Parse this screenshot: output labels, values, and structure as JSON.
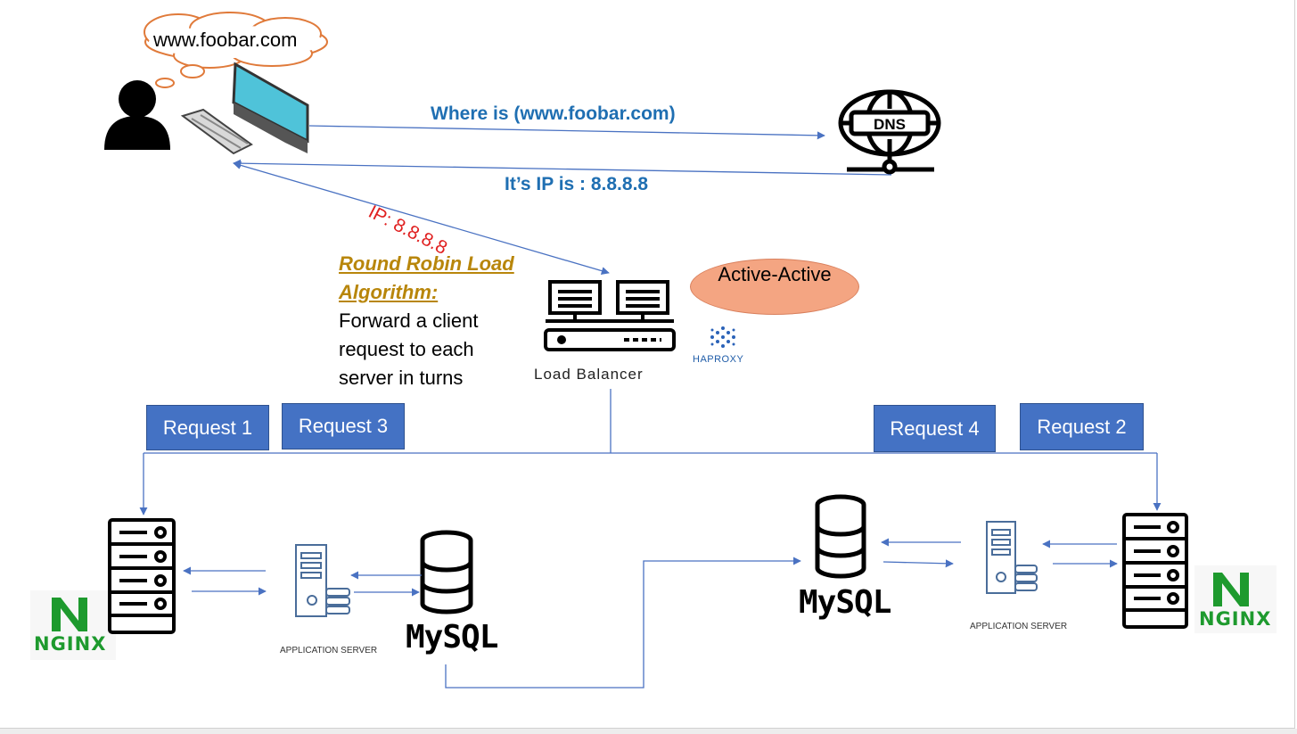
{
  "client": {
    "cloud_text": "www.foobar.com"
  },
  "dns": {
    "icon_text": "DNS",
    "query_label": "Where is (www.foobar.com)",
    "answer_label": "It’s IP is : 8.8.8.8"
  },
  "client_to_lb_label": "IP: 8.8.8.8",
  "algorithm": {
    "title_line1": "Round Robin Load",
    "title_line2": "Algorithm:",
    "description": "Forward a client request to each server in turns"
  },
  "load_balancer": {
    "label": "Load Balancer",
    "mode": "Active-Active",
    "software_logo_text": "HAPROXY"
  },
  "requests": [
    "Request 1",
    "Request 3",
    "Request 4",
    "Request 2"
  ],
  "servers": {
    "left": {
      "web": "NGINX",
      "app": "APPLICATION SERVER",
      "db": "MySQL"
    },
    "right": {
      "web": "NGINX",
      "app": "APPLICATION SERVER",
      "db": "MySQL"
    }
  },
  "colors": {
    "label_blue": "#1f6fb2",
    "ip_red": "#e02020",
    "algo_gold": "#b8860b",
    "request_box": "#4472c4",
    "ellipse": "#f4a582",
    "nginx_green": "#1e9a2e",
    "monitor_screen": "#4fc3d9",
    "arrow": "#4a72c2"
  }
}
